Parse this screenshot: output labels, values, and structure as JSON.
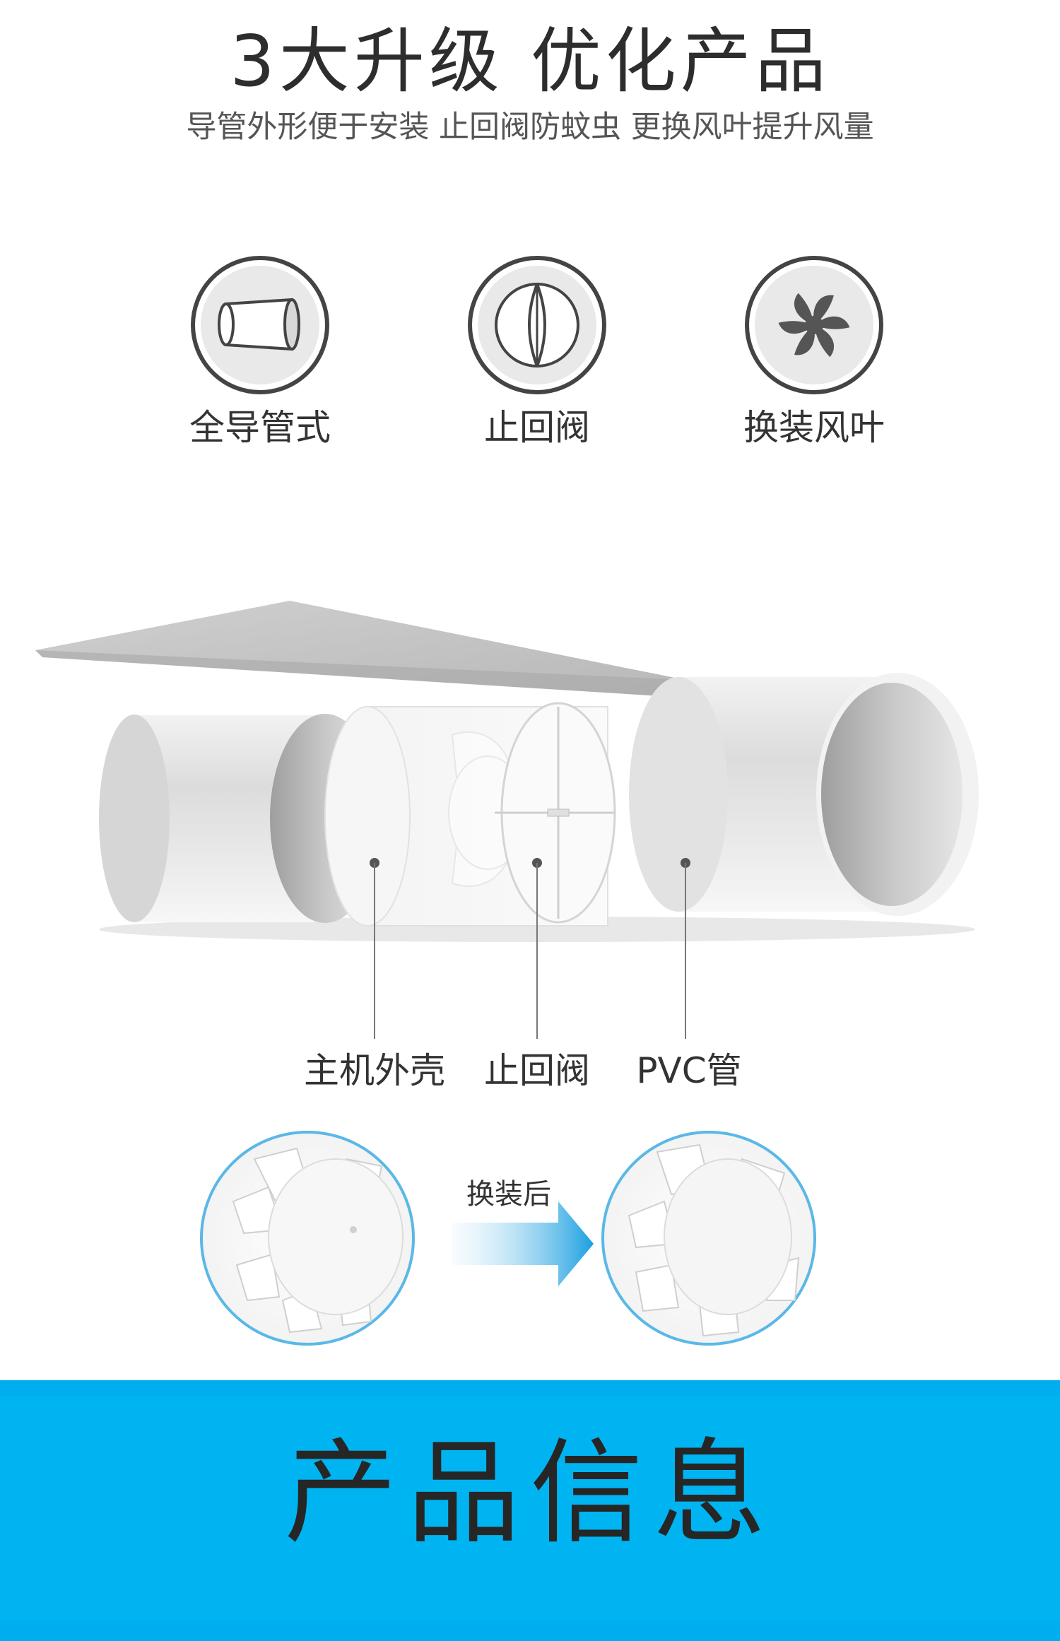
{
  "header": {
    "title": "3大升级  优化产品",
    "subtitle": "导管外形便于安装  止回阀防蚊虫  更换风叶提升风量"
  },
  "features": [
    {
      "label": "全导管式",
      "icon": "pipe-icon"
    },
    {
      "label": "止回阀",
      "icon": "check-valve-icon"
    },
    {
      "label": "换装风叶",
      "icon": "fan-blade-icon"
    }
  ],
  "callouts": [
    {
      "label": "主机外壳"
    },
    {
      "label": "止回阀"
    },
    {
      "label": "PVC管"
    }
  ],
  "comparison": {
    "arrow_label": "换装后"
  },
  "banner": {
    "title": "产品信息",
    "color": "#00b4f1"
  }
}
